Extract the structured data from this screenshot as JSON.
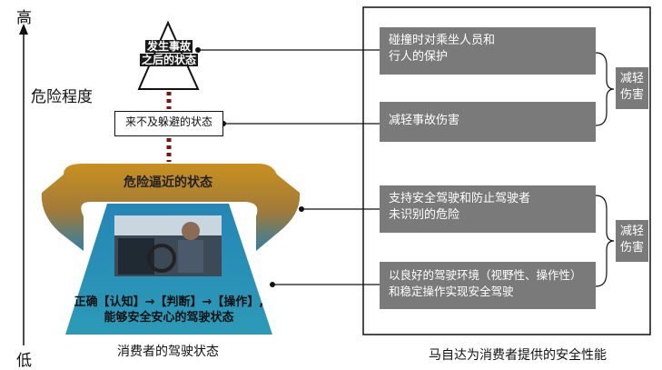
{
  "axis": {
    "high": "高",
    "low": "低",
    "title": "危险程度"
  },
  "left": {
    "accident_state": "发生事故\n之后的状态",
    "unavoidable_state": "来不及躲避的状态",
    "imminent_state": "危险逼近的状态",
    "driving_text_1": "正确【认知】→【判断】→【操作】,",
    "driving_text_2": "能够安全安心的驾驶状态",
    "caption": "消费者的驾驶状态"
  },
  "right": {
    "boxes": [
      {
        "line1": "碰撞时对乘坐人员和",
        "line2": "行人的保护"
      },
      {
        "line1": "减轻事故伤害",
        "line2": ""
      },
      {
        "line1": "支持安全驾驶和防止驾驶者",
        "line2": "未识别的危险"
      },
      {
        "line1": "以良好的驾驶环境（视野性、操作性）",
        "line2": "和稳定操作实现安全驾驶"
      }
    ],
    "reduce_1": {
      "line1": "减轻",
      "line2": "伤害"
    },
    "reduce_2": {
      "line1": "减轻",
      "line2": "伤害"
    },
    "caption": "马自达为消费者提供的安全性能"
  },
  "colors": {
    "gold": "#c08b22",
    "blue": "#2b7fa6",
    "teal": "#2a8fae",
    "gray": "#7a7a7a",
    "dark_red": "#7b1414"
  }
}
